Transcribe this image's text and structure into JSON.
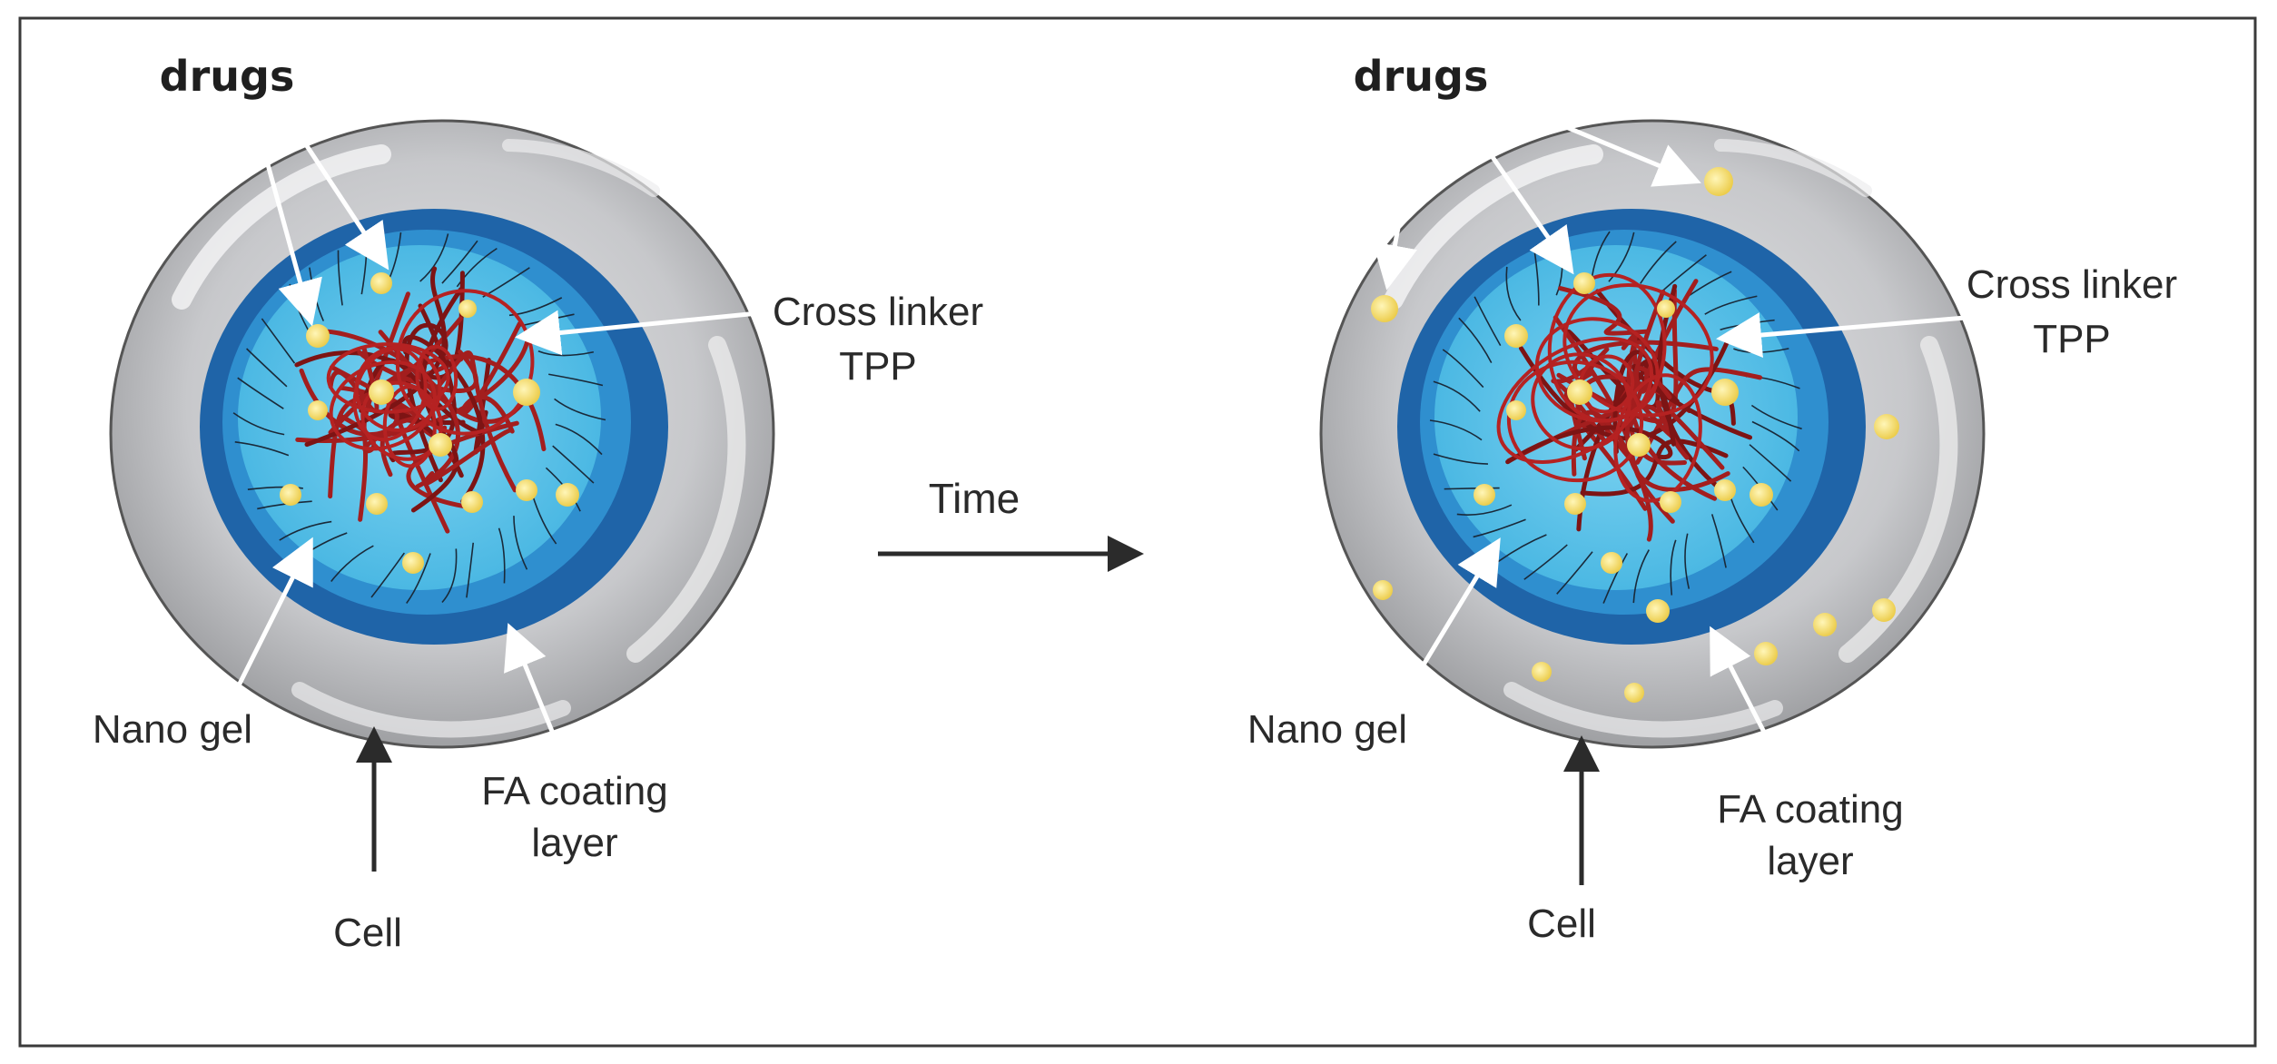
{
  "panels": [
    {
      "id": "before",
      "labels": {
        "drugs": "drugs",
        "cross_linker_line1": "Cross linker",
        "cross_linker_line2": "TPP",
        "nano_gel": "Nano gel",
        "fa_line1": "FA coating",
        "fa_line2": "layer",
        "cell": "Cell"
      }
    },
    {
      "id": "after",
      "labels": {
        "drugs": "drugs",
        "cross_linker_line1": "Cross linker",
        "cross_linker_line2": "TPP",
        "nano_gel": "Nano gel",
        "fa_line1": "FA coating",
        "fa_line2": "layer",
        "cell": "Cell"
      }
    }
  ],
  "time_label": "Time",
  "colors": {
    "cell_outer": "#a9aaad",
    "cell_inner": "#c9cacc",
    "dark_blue_ring": "#1f64a8",
    "mid_blue_ring": "#2f8fcf",
    "light_blue_core": "#5fc5ea",
    "polymer": "#a31e1e",
    "drug": "#f7e27a",
    "frame": "#3a3a3a"
  }
}
